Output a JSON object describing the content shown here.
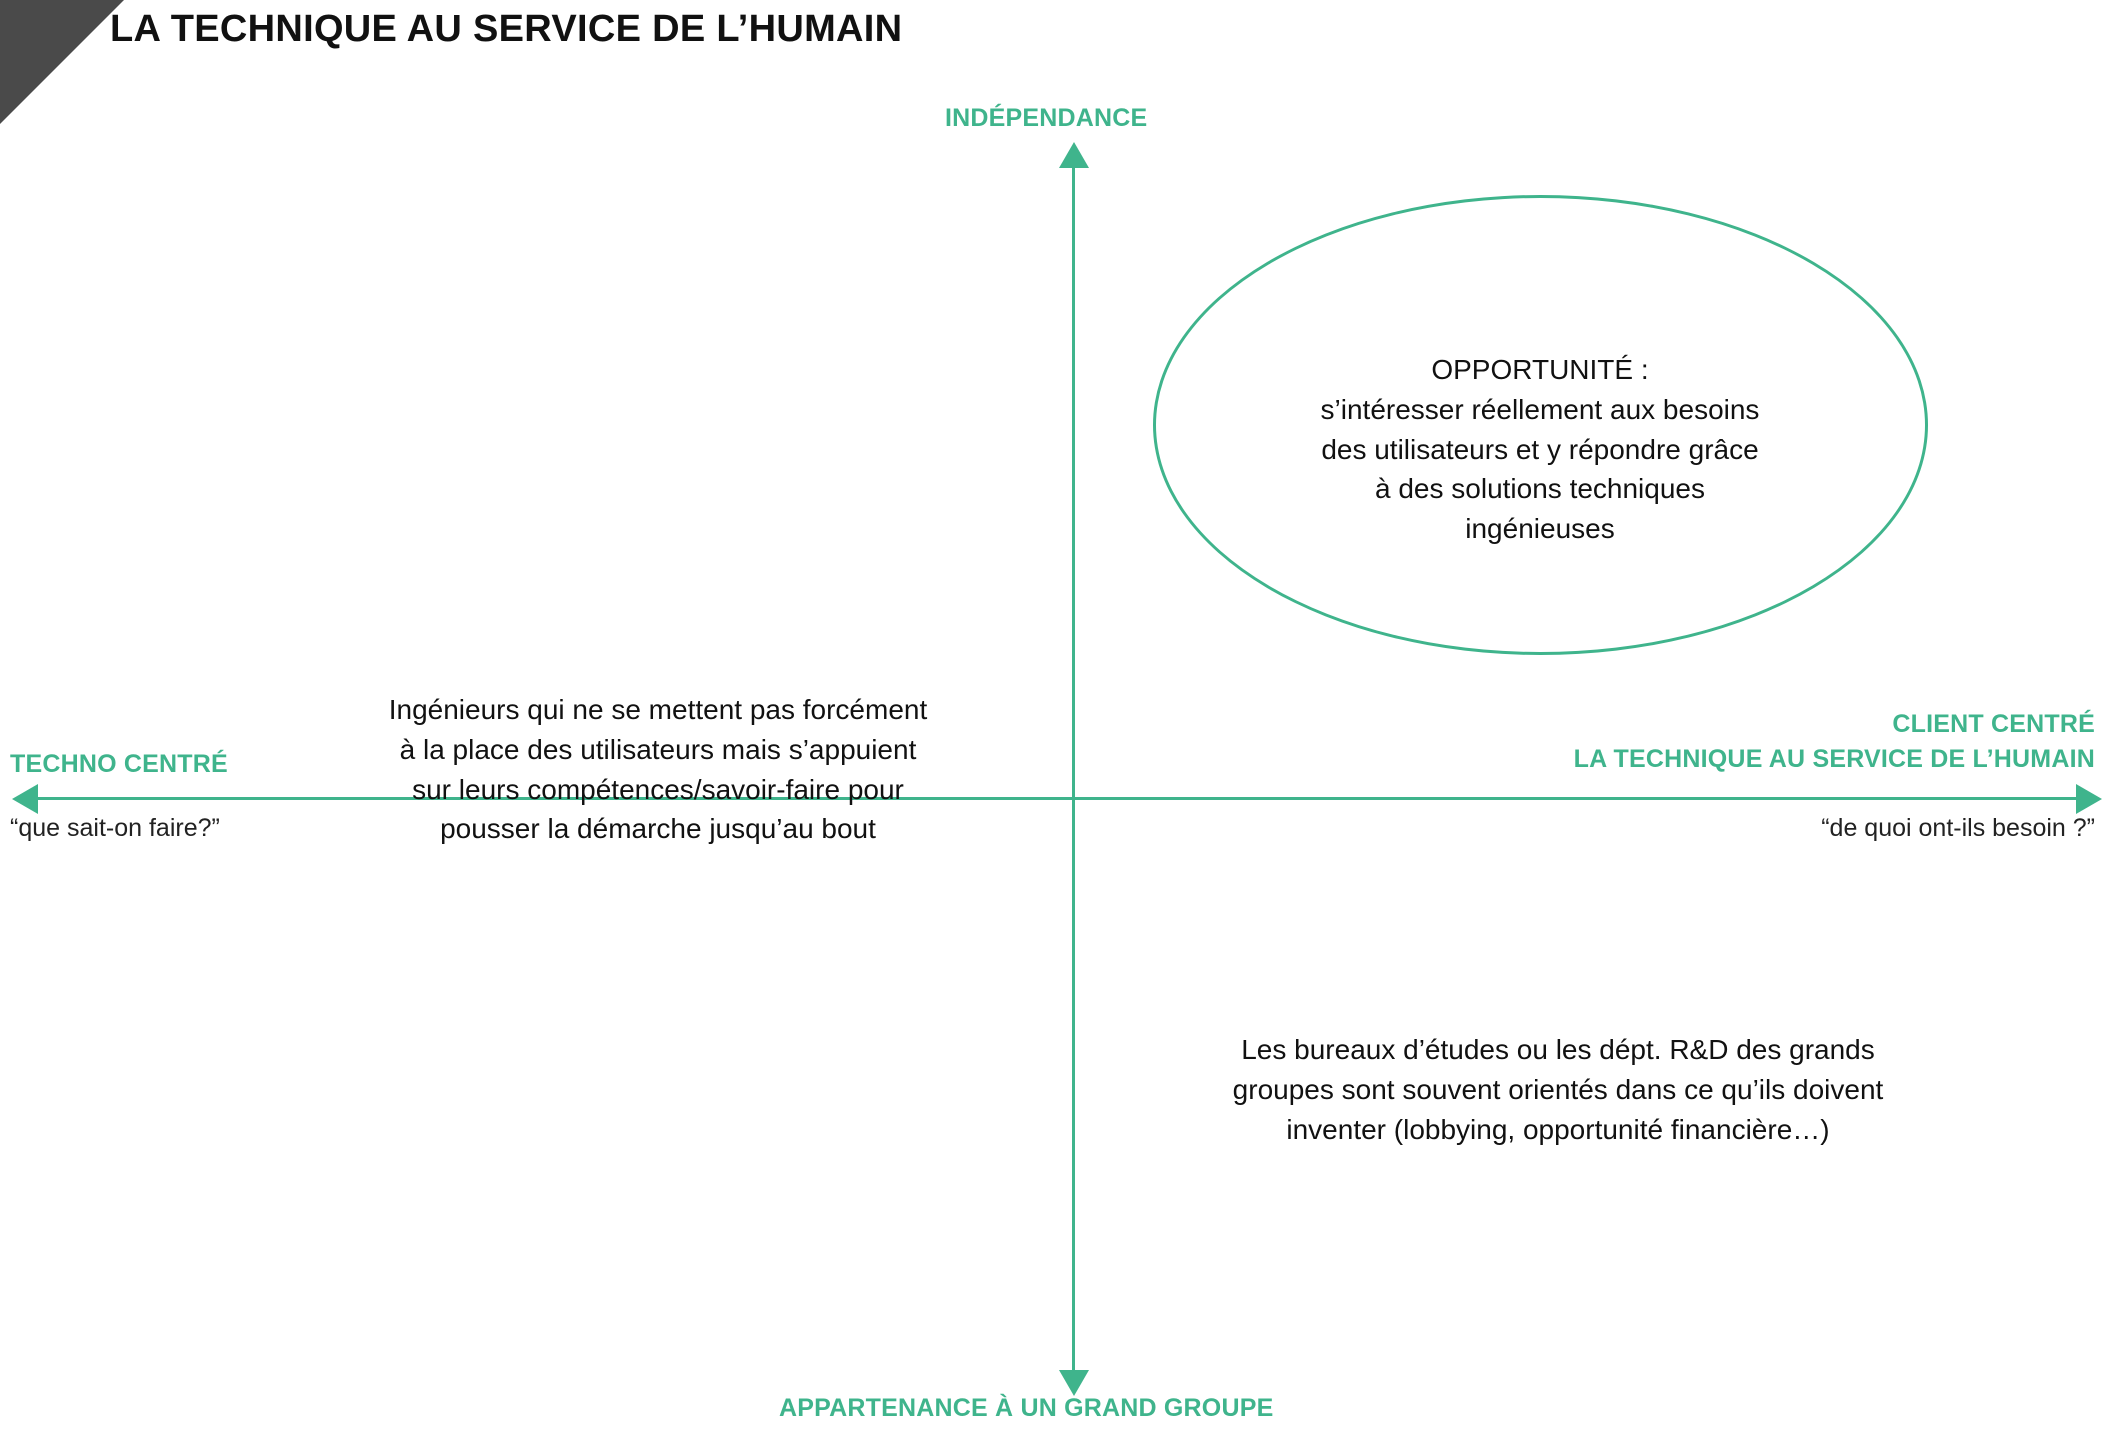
{
  "slide": {
    "title": "LA TECHNIQUE AU SERVICE DE L’HUMAIN",
    "accent_color": "#3fb48c",
    "corner_color": "#4a4a4a",
    "text_color": "#111111"
  },
  "axes": {
    "vertical": {
      "top_label": "INDÉPENDANCE",
      "bottom_label": "APPARTENANCE À UN GRAND GROUPE"
    },
    "horizontal": {
      "left_label": "TECHNO CENTRÉ",
      "left_quote": "“que sait-on faire?”",
      "right_label_line1": "CLIENT CENTRÉ",
      "right_label_line2": "LA TECHNIQUE AU SERVICE DE L’HUMAIN",
      "right_quote": "“de quoi ont-ils besoin ?”"
    }
  },
  "ellipse": {
    "text": "OPPORTUNITÉ :\ns’intéresser réellement aux besoins\ndes utilisateurs et y répondre grâce\nà des solutions techniques\ningénieuses"
  },
  "annotations": {
    "left_quadrant": "Ingénieurs qui ne se mettent pas forcément à la place des utilisateurs mais s’appuient sur leurs compétences/savoir-faire pour pousser la démarche jusqu’au bout",
    "bottom_right_quadrant": "Les bureaux d’études ou les dépt. R&D des grands groupes sont souvent orientés dans ce qu’ils doivent inventer (lobbying, opportunité financière…)"
  }
}
